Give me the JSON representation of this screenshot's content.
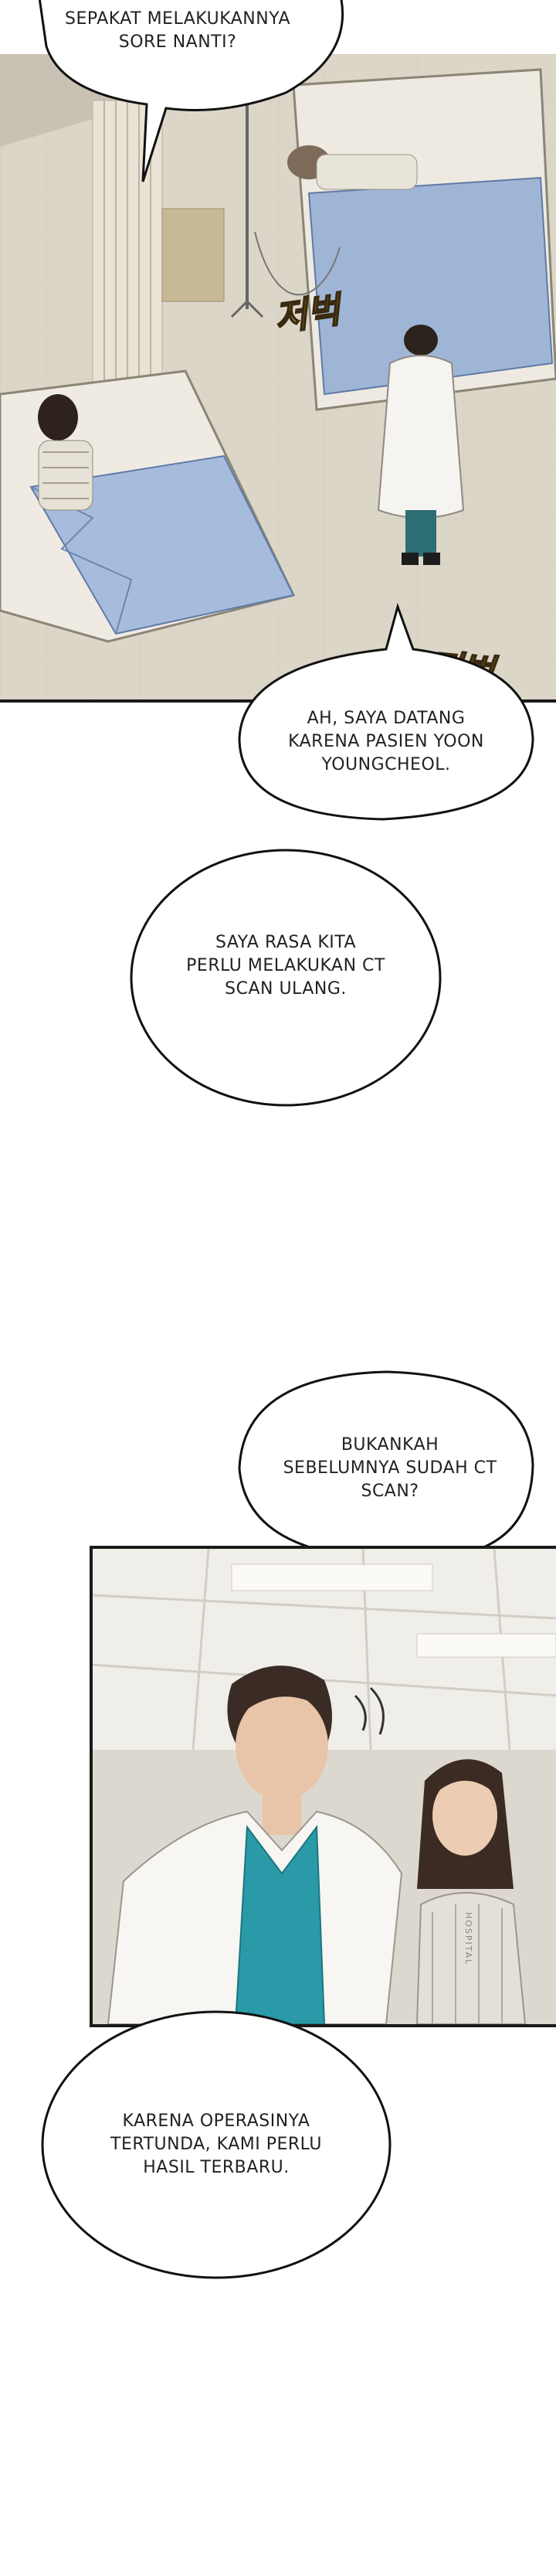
{
  "bubbles": {
    "b1": "SEPAKAT MELAKUKANNYA\nSORE NANTI?",
    "b2": "AH, SAYA DATANG\nKARENA PASIEN YOON\nYOUNGCHEOL.",
    "b3": "SAYA RASA KITA\nPERLU MELAKUKAN CT\nSCAN ULANG.",
    "b4": "BUKANKAH\nSEBELUMNYA SUDAH CT\nSCAN?",
    "b5": "KARENA OPERASINYA\nTERTUNDA, KAMI PERLU\nHASIL TERBARU."
  },
  "sfx": {
    "s1": "저벅",
    "s2": "저벅"
  },
  "gown_print": "HOSPITAL",
  "colors": {
    "floor": "#ddd8cc",
    "panel_border": "#1a1a1a",
    "scrub": "#2a9aa8",
    "sfx": "#e0b43a"
  }
}
